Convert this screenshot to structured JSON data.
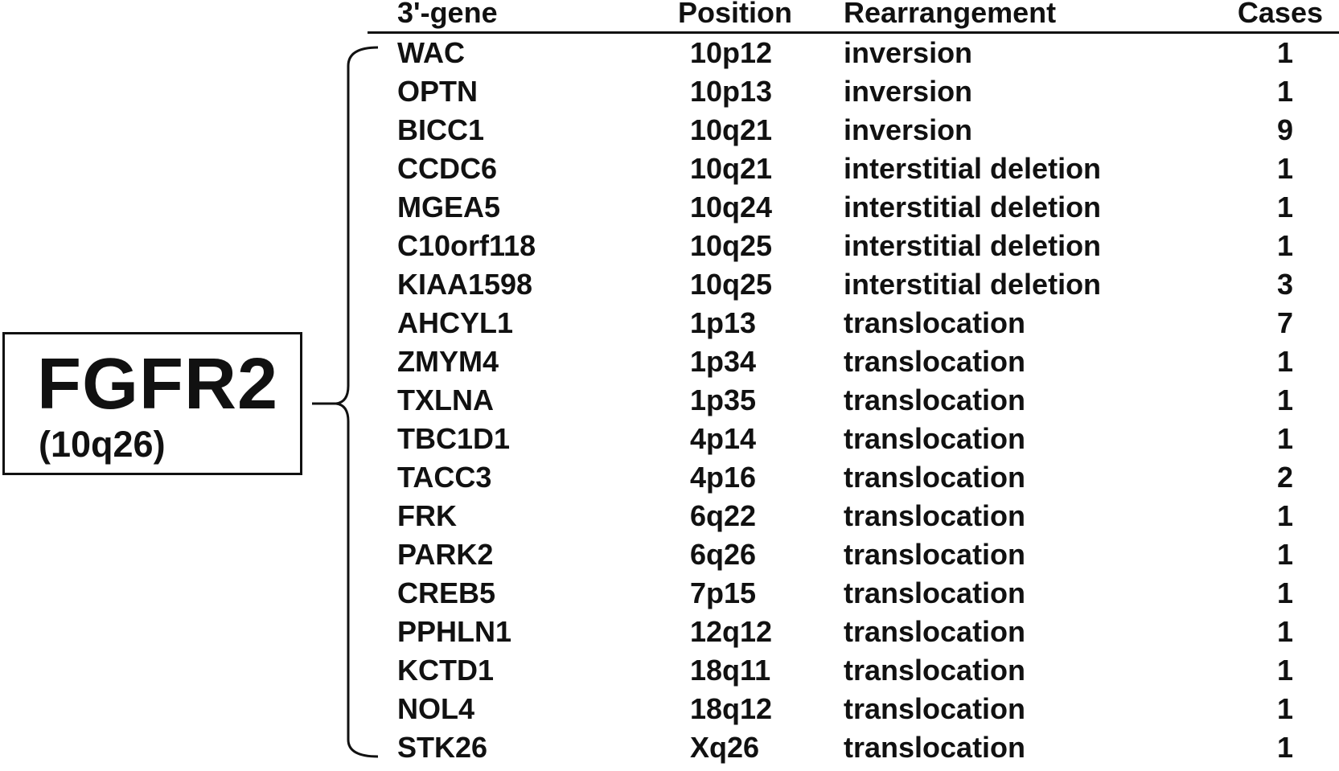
{
  "gene_box": {
    "name": "FGFR2",
    "locus": "(10q26)"
  },
  "table": {
    "headers": {
      "gene": "3'-gene",
      "position": "Position",
      "rearrangement": "Rearrangement",
      "cases": "Cases"
    },
    "rows": [
      {
        "gene": "WAC",
        "position": "10p12",
        "rearrangement": "inversion",
        "cases": "1"
      },
      {
        "gene": "OPTN",
        "position": "10p13",
        "rearrangement": "inversion",
        "cases": "1"
      },
      {
        "gene": "BICC1",
        "position": "10q21",
        "rearrangement": "inversion",
        "cases": "9"
      },
      {
        "gene": "CCDC6",
        "position": "10q21",
        "rearrangement": "interstitial deletion",
        "cases": "1"
      },
      {
        "gene": "MGEA5",
        "position": "10q24",
        "rearrangement": "interstitial deletion",
        "cases": "1"
      },
      {
        "gene": "C10orf118",
        "position": "10q25",
        "rearrangement": "interstitial deletion",
        "cases": "1"
      },
      {
        "gene": "KIAA1598",
        "position": "10q25",
        "rearrangement": "interstitial deletion",
        "cases": "3"
      },
      {
        "gene": "AHCYL1",
        "position": "1p13",
        "rearrangement": "translocation",
        "cases": "7"
      },
      {
        "gene": "ZMYM4",
        "position": "1p34",
        "rearrangement": "translocation",
        "cases": "1"
      },
      {
        "gene": "TXLNA",
        "position": "1p35",
        "rearrangement": "translocation",
        "cases": "1"
      },
      {
        "gene": "TBC1D1",
        "position": "4p14",
        "rearrangement": "translocation",
        "cases": "1"
      },
      {
        "gene": "TACC3",
        "position": "4p16",
        "rearrangement": "translocation",
        "cases": "2"
      },
      {
        "gene": "FRK",
        "position": "6q22",
        "rearrangement": "translocation",
        "cases": "1"
      },
      {
        "gene": "PARK2",
        "position": "6q26",
        "rearrangement": "translocation",
        "cases": "1"
      },
      {
        "gene": "CREB5",
        "position": "7p15",
        "rearrangement": "translocation",
        "cases": "1"
      },
      {
        "gene": "PPHLN1",
        "position": "12q12",
        "rearrangement": "translocation",
        "cases": "1"
      },
      {
        "gene": "KCTD1",
        "position": "18q11",
        "rearrangement": "translocation",
        "cases": "1"
      },
      {
        "gene": "NOL4",
        "position": "18q12",
        "rearrangement": "translocation",
        "cases": "1"
      },
      {
        "gene": "STK26",
        "position": "Xq26",
        "rearrangement": "translocation",
        "cases": "1"
      }
    ]
  }
}
